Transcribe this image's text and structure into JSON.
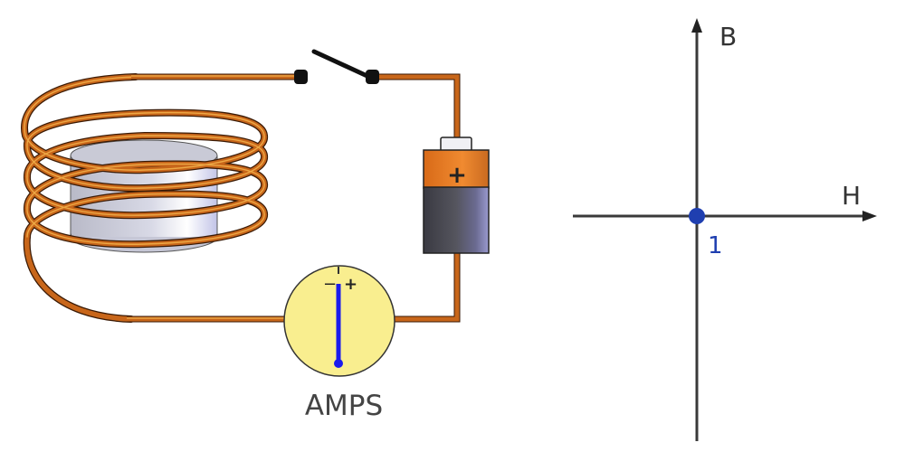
{
  "circuit": {
    "battery_terminal_label": "+",
    "ammeter": {
      "label": "AMPS",
      "minus_label": "−",
      "plus_label": "+",
      "needle_deflection": 0
    },
    "switch_state": "open",
    "colors": {
      "wire": "#c8661a",
      "wire_highlight": "#f2b04a",
      "meter_face": "#f9ee8f",
      "needle": "#1a1aee",
      "battery_top": "#e07a22",
      "battery_body": "#45454f",
      "core": "#cfd0dc"
    }
  },
  "graph": {
    "x_axis_label": "H",
    "y_axis_label": "B",
    "point_label": "1",
    "point_color": "#1f3fb0"
  }
}
